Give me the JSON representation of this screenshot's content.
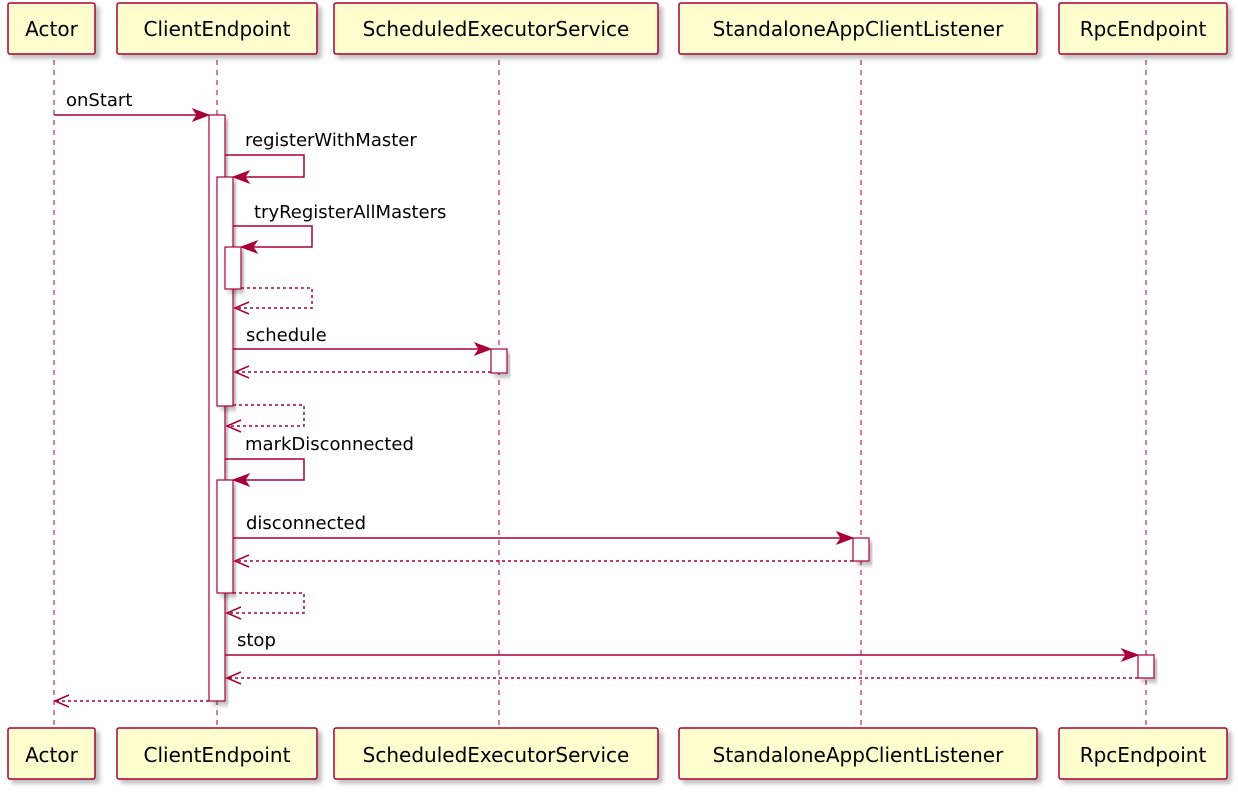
{
  "participants": [
    {
      "id": "actor",
      "label": "Actor"
    },
    {
      "id": "client",
      "label": "ClientEndpoint"
    },
    {
      "id": "sched",
      "label": "ScheduledExecutorService"
    },
    {
      "id": "listener",
      "label": "StandaloneAppClientListener"
    },
    {
      "id": "rpc",
      "label": "RpcEndpoint"
    }
  ],
  "messages": [
    {
      "from": "actor",
      "to": "client",
      "label": "onStart",
      "style": "solid"
    },
    {
      "from": "client",
      "to": "client",
      "label": "registerWithMaster",
      "style": "solid"
    },
    {
      "from": "client",
      "to": "client",
      "label": "tryRegisterAllMasters",
      "style": "solid"
    },
    {
      "from": "client",
      "to": "client",
      "label": "",
      "style": "dashed"
    },
    {
      "from": "client",
      "to": "sched",
      "label": "schedule",
      "style": "solid"
    },
    {
      "from": "sched",
      "to": "client",
      "label": "",
      "style": "dashed"
    },
    {
      "from": "client",
      "to": "client",
      "label": "",
      "style": "dashed"
    },
    {
      "from": "client",
      "to": "client",
      "label": "markDisconnected",
      "style": "solid"
    },
    {
      "from": "client",
      "to": "listener",
      "label": "disconnected",
      "style": "solid"
    },
    {
      "from": "listener",
      "to": "client",
      "label": "",
      "style": "dashed"
    },
    {
      "from": "client",
      "to": "client",
      "label": "",
      "style": "dashed"
    },
    {
      "from": "client",
      "to": "rpc",
      "label": "stop",
      "style": "solid"
    },
    {
      "from": "rpc",
      "to": "client",
      "label": "",
      "style": "dashed"
    },
    {
      "from": "client",
      "to": "actor",
      "label": "",
      "style": "dashed"
    }
  ],
  "colors": {
    "participant_fill": "#FEFECE",
    "border": "#A80036",
    "activation_fill": "#FFFFFF"
  }
}
